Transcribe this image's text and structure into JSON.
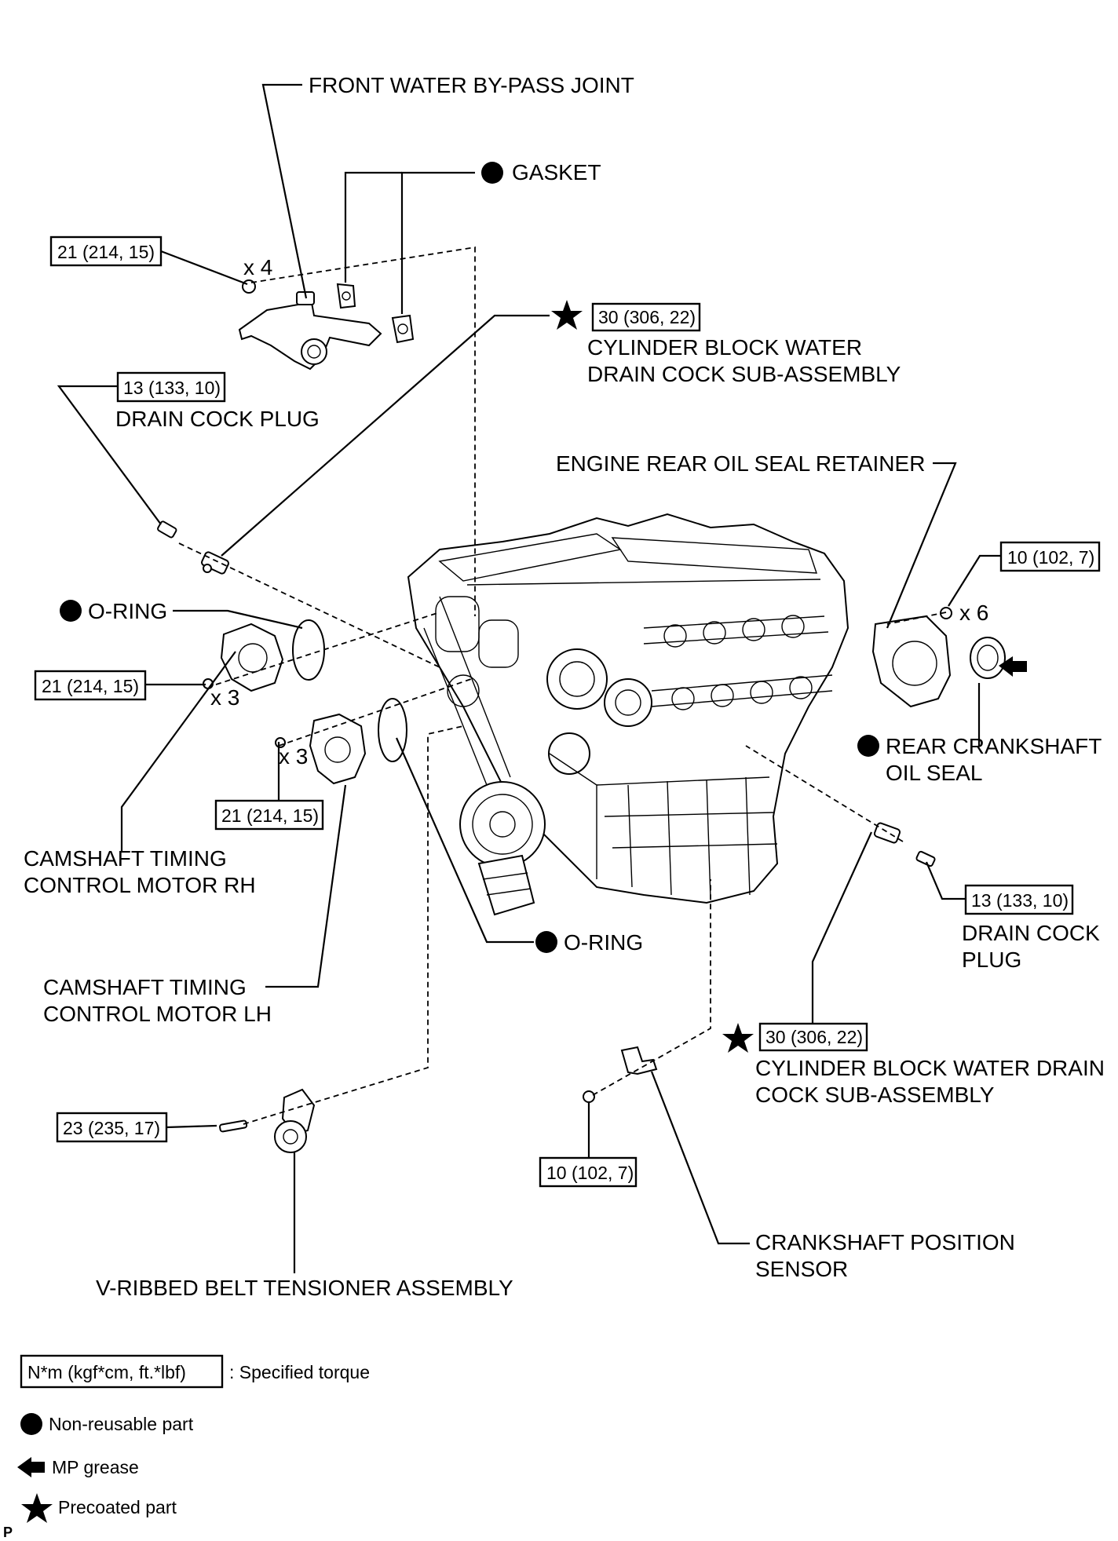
{
  "labels": {
    "front_water_bypass_joint": "FRONT WATER BY-PASS JOINT",
    "gasket": "GASKET",
    "cyl_block_drain_cock_top_l1": "CYLINDER BLOCK WATER",
    "cyl_block_drain_cock_top_l2": "DRAIN COCK SUB-ASSEMBLY",
    "drain_cock_plug_left": "DRAIN COCK PLUG",
    "engine_rear_oil_seal_retainer": "ENGINE REAR OIL SEAL RETAINER",
    "o_ring_upper": "O-RING",
    "rear_crankshaft_oil_seal_l1": "REAR CRANKSHAFT",
    "rear_crankshaft_oil_seal_l2": "OIL SEAL",
    "camshaft_motor_rh_l1": "CAMSHAFT TIMING",
    "camshaft_motor_rh_l2": "CONTROL MOTOR RH",
    "drain_cock_plug_right_l1": "DRAIN COCK",
    "drain_cock_plug_right_l2": "PLUG",
    "o_ring_lower": "O-RING",
    "camshaft_motor_lh_l1": "CAMSHAFT TIMING",
    "camshaft_motor_lh_l2": "CONTROL MOTOR LH",
    "cyl_block_drain_cock_bottom_l1": "CYLINDER BLOCK WATER DRAIN",
    "cyl_block_drain_cock_bottom_l2": "COCK SUB-ASSEMBLY",
    "crankshaft_position_sensor_l1": "CRANKSHAFT POSITION",
    "crankshaft_position_sensor_l2": "SENSOR",
    "v_ribbed_belt_tensioner": "V-RIBBED BELT TENSIONER ASSEMBLY"
  },
  "quantities": {
    "bypass_bolts": "x 4",
    "retainer_bolts": "x 6",
    "rh_motor_bolts": "x 3",
    "lh_motor_bolts": "x 3"
  },
  "torques": {
    "bypass_joint": "21 (214, 15)",
    "drain_cock_top": "30 (306, 22)",
    "drain_plug_left": "13 (133, 10)",
    "retainer": "10 (102, 7)",
    "rh_motor": "21 (214, 15)",
    "lh_motor": "21 (214, 15)",
    "drain_plug_right": "13 (133, 10)",
    "drain_cock_bottom": "30 (306, 22)",
    "tensioner": "23 (235, 17)",
    "crank_sensor": "10 (102, 7)"
  },
  "legend": {
    "torque_units": "N*m (kgf*cm, ft.*lbf)",
    "torque_desc": ": Specified torque",
    "non_reusable": "Non-reusable part",
    "mp_grease": "MP grease",
    "precoated": "Precoated part"
  },
  "corner_mark": "P"
}
